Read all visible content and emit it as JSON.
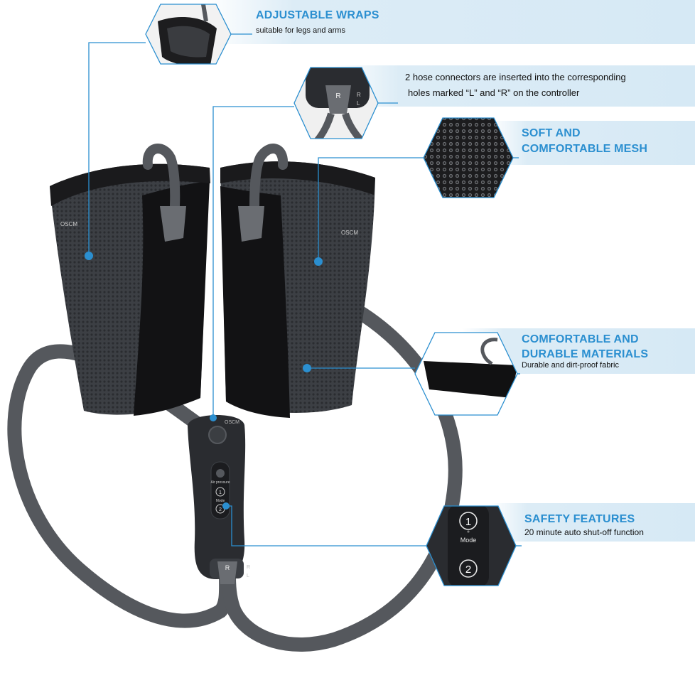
{
  "brand": "OSCM",
  "callouts": {
    "wraps": {
      "title": "ADJUSTABLE WRAPS",
      "subtitle": "suitable for legs and arms"
    },
    "hose": {
      "line1": "2 hose connectors are inserted into the corresponding",
      "line2": "holes marked “L” and “R” on the controller"
    },
    "mesh": {
      "title_line1": "SOFT AND",
      "title_line2": "COMFORTABLE MESH"
    },
    "materials": {
      "title_line1": "COMFORTABLE AND",
      "title_line2": "DURABLE MATERIALS",
      "subtitle": "Durable and dirt-proof fabric"
    },
    "safety": {
      "title": "SAFETY FEATURES",
      "subtitle": "20 minute auto shut-off function"
    }
  },
  "controller": {
    "air_pressure": "Air pressure",
    "mode": "Mode",
    "mode1": "1",
    "mode2": "2",
    "port_r": "R",
    "port_r_small": "R",
    "port_l": "L"
  },
  "connector": {
    "r": "R",
    "r_small": "R",
    "l": "L"
  },
  "safety_panel": {
    "btn1": "1",
    "mode": "Mode",
    "btn2": "2"
  },
  "colors": {
    "accent": "#2b8fd0",
    "band": "#dcecf6",
    "product_dark": "#2a2c30",
    "hose": "#55585d"
  }
}
